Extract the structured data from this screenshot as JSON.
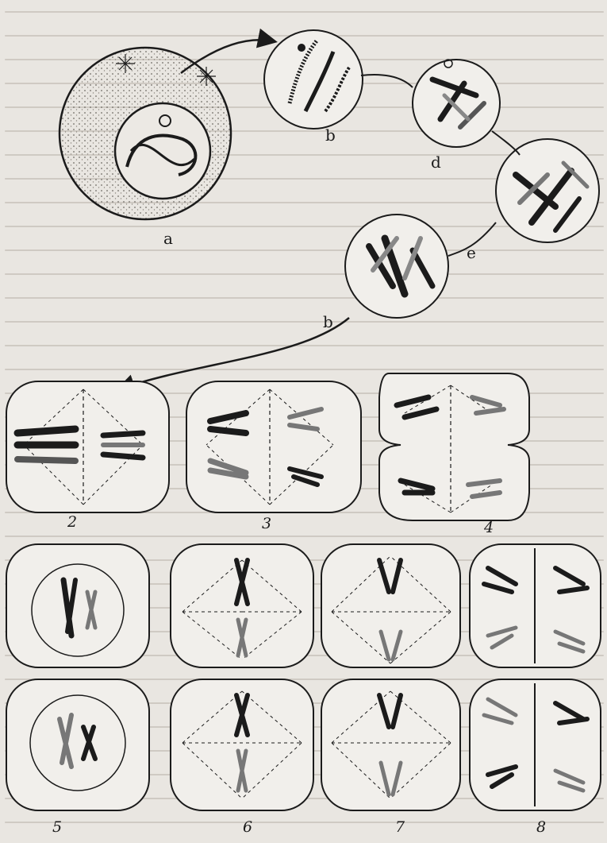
{
  "labels": {
    "cell_a": "a",
    "stage_b_top": "b",
    "stage_d": "d",
    "stage_e": "e",
    "stage_b_bottom": "b",
    "fig_2": "2",
    "fig_3": "3",
    "fig_4": "4",
    "fig_5": "5",
    "fig_6": "6",
    "fig_7": "7",
    "fig_8": "8"
  },
  "colors": {
    "ink": "#1b1b1b",
    "paper": "#e9e6e1",
    "cytoplasm": "#d3cfc9"
  }
}
